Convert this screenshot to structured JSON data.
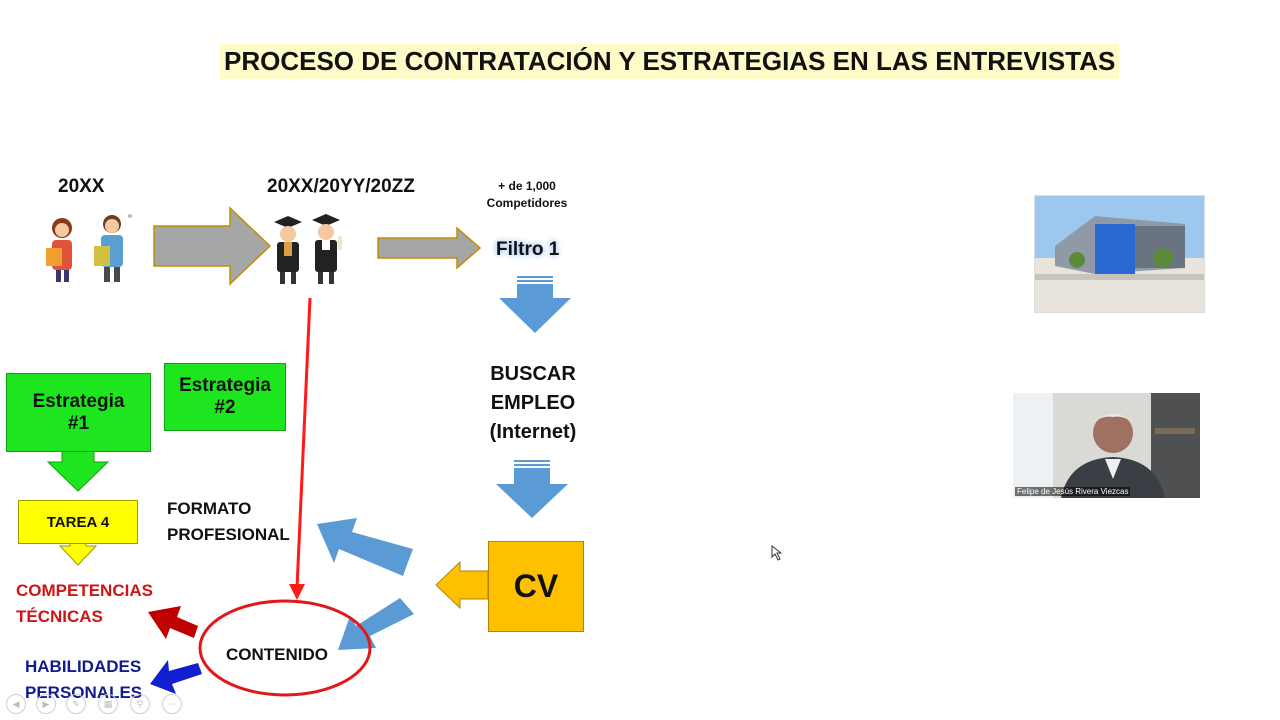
{
  "slide": {
    "title": "PROCESO DE CONTRATACIÓN Y ESTRATEGIAS EN LAS ENTREVISTAS",
    "year_label": "20XX",
    "years_label": "20XX/20YY/20ZZ",
    "competitors_line1": "+ de 1,000",
    "competitors_line2": "Competidores",
    "filter_label": "Filtro 1",
    "search_line1": "BUSCAR",
    "search_line2": "EMPLEO",
    "search_line3": "(Internet)",
    "cv_label": "CV",
    "strategy1_line1": "Estrategia",
    "strategy1_line2": "#1",
    "strategy2_line1": "Estrategia",
    "strategy2_line2": "#2",
    "task_label": "TAREA 4",
    "format_line1": "FORMATO",
    "format_line2": "PROFESIONAL",
    "competencies_line1": "COMPETENCIAS",
    "competencies_line2": "TÉCNICAS",
    "skills_line1": "HABILIDADES",
    "skills_line2": "PERSONALES",
    "content_label": "CONTENIDO"
  },
  "video": {
    "caption": "Felipe de Jesús Rivera Viezcas"
  },
  "colors": {
    "green": "#1ee61e",
    "yellow": "#ffff00",
    "orange": "#ffc000",
    "blue_arrow": "#5b9bd5",
    "gray_arrow": "#a6a6a6",
    "red": "#d11414",
    "navy": "#101b8c"
  },
  "icons": {
    "students": "students-with-books-icon",
    "graduates": "graduates-icon",
    "building": "office-building-photo",
    "presenter": "presenter-webcam"
  }
}
